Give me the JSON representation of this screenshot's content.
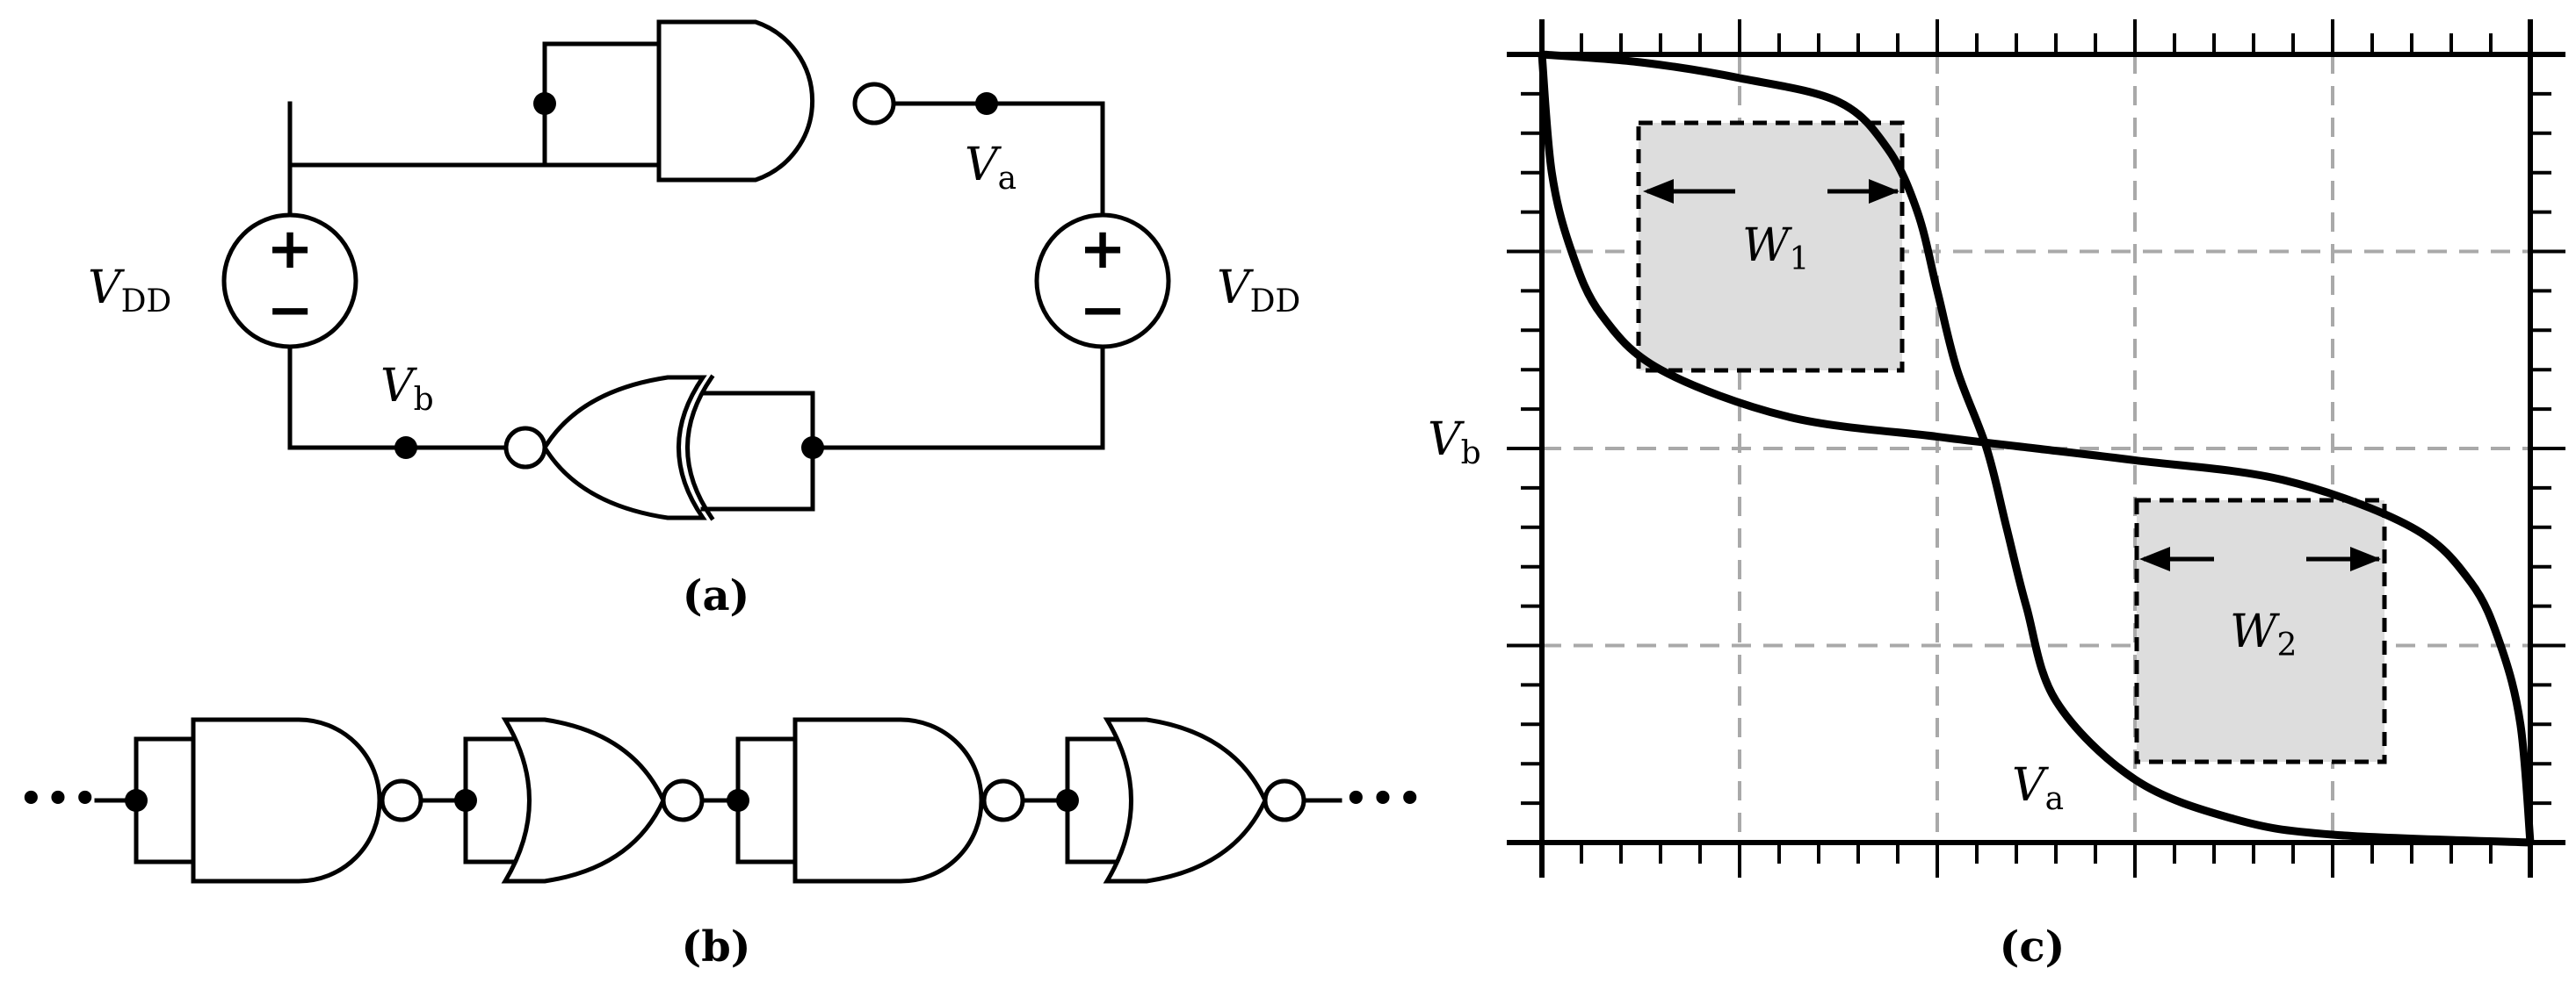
{
  "panel_a": {
    "caption": "(a)",
    "supply_left": {
      "main": "V",
      "sub": "DD"
    },
    "supply_right": {
      "main": "V",
      "sub": "DD"
    },
    "node_a": {
      "main": "V",
      "sub": "a"
    },
    "node_b": {
      "main": "V",
      "sub": "b"
    },
    "plus": "+",
    "minus": "−"
  },
  "panel_b": {
    "caption": "(b)",
    "ellipsis": "•••"
  },
  "panel_c": {
    "caption": "(c)",
    "ylabel": {
      "main": "V",
      "sub": "b"
    },
    "xlabel": {
      "main": "V",
      "sub": "a"
    },
    "box1": {
      "main": "W",
      "sub": "1"
    },
    "box2": {
      "main": "W",
      "sub": "2"
    }
  },
  "chart_data": {
    "type": "line",
    "grid": true,
    "series": [
      {
        "points": [
          [
            0,
            1.0
          ],
          [
            0.1,
            0.99
          ],
          [
            0.2,
            0.97
          ],
          [
            0.3,
            0.94
          ],
          [
            0.35,
            0.88
          ],
          [
            0.38,
            0.8
          ],
          [
            0.4,
            0.7
          ],
          [
            0.42,
            0.6
          ],
          [
            0.45,
            0.5
          ],
          [
            0.47,
            0.4
          ],
          [
            0.49,
            0.3
          ],
          [
            0.52,
            0.18
          ],
          [
            0.6,
            0.08
          ],
          [
            0.7,
            0.03
          ],
          [
            0.8,
            0.01
          ],
          [
            1.0,
            0.0
          ]
        ]
      },
      {
        "points": [
          [
            0,
            1.0
          ],
          [
            0.01,
            0.85
          ],
          [
            0.03,
            0.75
          ],
          [
            0.06,
            0.67
          ],
          [
            0.12,
            0.6
          ],
          [
            0.25,
            0.54
          ],
          [
            0.4,
            0.515
          ],
          [
            0.5,
            0.5
          ],
          [
            0.6,
            0.485
          ],
          [
            0.75,
            0.46
          ],
          [
            0.88,
            0.4
          ],
          [
            0.94,
            0.33
          ],
          [
            0.97,
            0.25
          ],
          [
            0.99,
            0.15
          ],
          [
            1.0,
            0.0
          ]
        ]
      }
    ]
  }
}
